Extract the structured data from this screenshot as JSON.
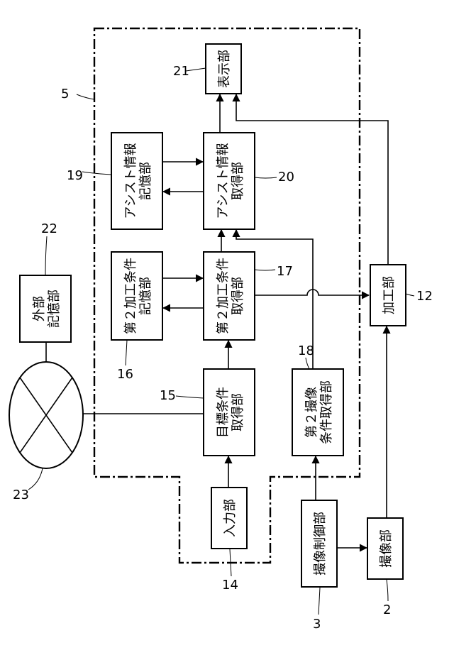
{
  "blocks": {
    "display": {
      "ref": "21",
      "lines": [
        "表示部"
      ]
    },
    "assist_storage": {
      "ref": "19",
      "lines": [
        "アシスト情報",
        "記憶部"
      ]
    },
    "assist_acquire": {
      "ref": "20",
      "lines": [
        "アシスト情報",
        "取得部"
      ]
    },
    "second_storage": {
      "ref": "16",
      "lines": [
        "第２加工条件",
        "記憶部"
      ]
    },
    "second_acquire": {
      "ref": "17",
      "lines": [
        "第２加工条件",
        "取得部"
      ]
    },
    "target_acquire": {
      "ref": "15",
      "lines": [
        "目標条件",
        "取得部"
      ]
    },
    "imaging_cond": {
      "ref": "18",
      "lines": [
        "第２撮像",
        "条件取得部"
      ]
    },
    "external_store": {
      "ref": "22",
      "lines": [
        "外部",
        "記憶部"
      ]
    },
    "processing": {
      "ref": "12",
      "lines": [
        "加工部"
      ]
    },
    "input": {
      "ref": "14",
      "lines": [
        "入力部"
      ]
    },
    "imaging_ctrl": {
      "ref": "3",
      "lines": [
        "撮像制御部"
      ]
    },
    "imaging": {
      "ref": "2",
      "lines": [
        "撮像部"
      ]
    }
  },
  "network_ref": "23",
  "system_ref": "5"
}
